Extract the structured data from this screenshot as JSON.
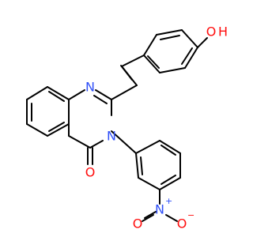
{
  "molecule": {
    "atoms": {
      "n1": "N",
      "n3": "N",
      "o_carbonyl": "O",
      "oh_o": "O",
      "oh_h": "H",
      "nitro_n": "N",
      "nitro_n_charge": "+",
      "nitro_o_left": "O",
      "nitro_o_right": "O",
      "nitro_o_right_charge": "−"
    },
    "colors": {
      "bond": "#000000",
      "nitrogen": "#3050F8",
      "oxygen": "#FF0D0D",
      "carbon_text": "#000000"
    }
  }
}
